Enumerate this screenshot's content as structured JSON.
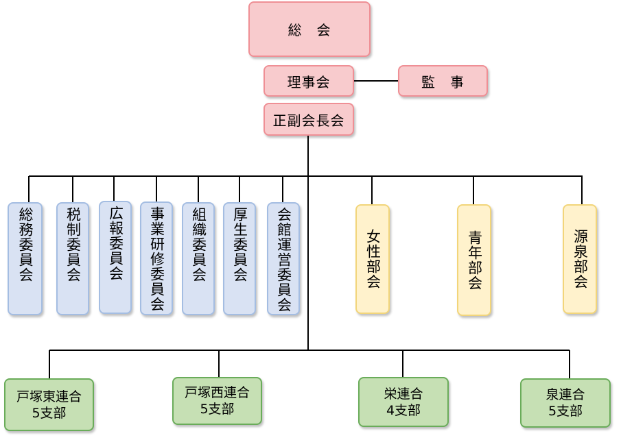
{
  "title_node": "総　会",
  "board": "理事会",
  "auditor": "監　事",
  "executives": "正副会長会",
  "committees": [
    "総務委員会",
    "税制委員会",
    "広報委員会",
    "事業研修委員会",
    "組織委員会",
    "厚生委員会",
    "会館運営委員会"
  ],
  "divisions": [
    "女性部会",
    "青年部会",
    "源泉部会"
  ],
  "federations": [
    {
      "name": "戸塚東連合",
      "branches": "5支部"
    },
    {
      "name": "戸塚西連合",
      "branches": "5支部"
    },
    {
      "name": "栄連合",
      "branches": "4支部"
    },
    {
      "name": "泉連合",
      "branches": "5支部"
    }
  ]
}
